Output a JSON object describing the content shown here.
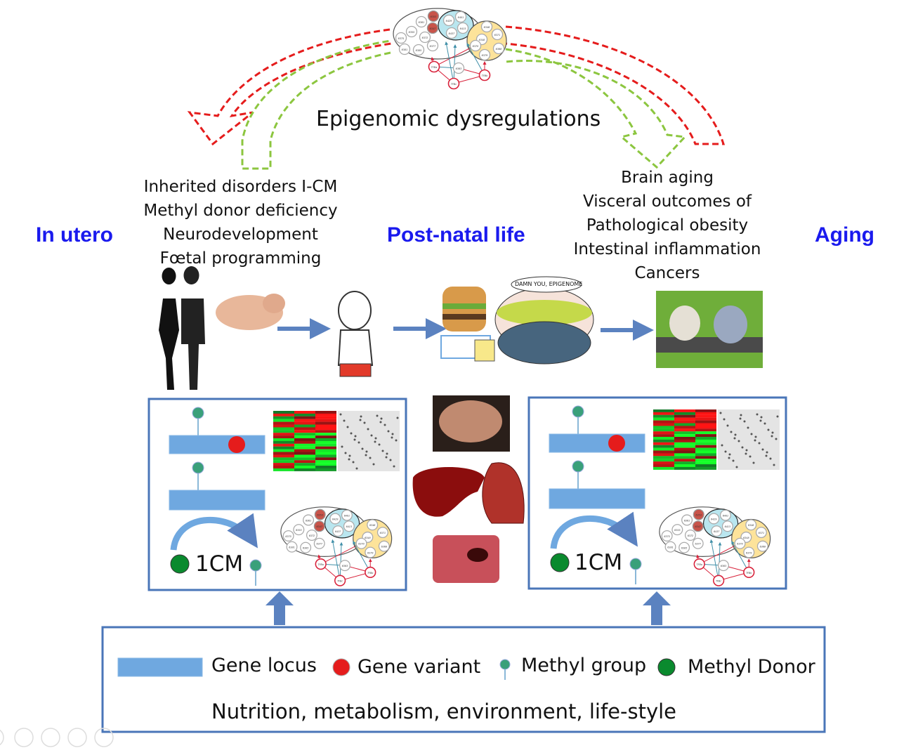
{
  "title": "Epigenomic dysregulations",
  "stages": {
    "in_utero": "In utero",
    "post_natal": "Post-natal life",
    "aging": "Aging"
  },
  "early_list": [
    "Inherited disorders I-CM",
    "Methyl donor deficiency",
    "Neurodevelopment",
    "Fœtal programming"
  ],
  "late_list": [
    "Brain aging",
    "Visceral outcomes of",
    "Pathological obesity",
    "Intestinal inflammation",
    "Cancers"
  ],
  "cartoon_speech": "DAMN YOU, EPIGENOME",
  "panel_label": "1CM",
  "network": {
    "grey_nodes": [
      "6361",
      "6355",
      "6372",
      "6375",
      "6381",
      "6385",
      "6377"
    ],
    "variant_nodes": [
      "6353",
      "6347"
    ],
    "blue_nodes": [
      "6429",
      "6401",
      "6413",
      "6437"
    ],
    "yellow_nodes": [
      "6346",
      "6348",
      "6371",
      "6370",
      "6368",
      "6379"
    ],
    "target_node": "6363",
    "tf_nodes": [
      "TFBa",
      "TFBb",
      "TFBc"
    ]
  },
  "legend": {
    "gene_locus": "Gene locus",
    "gene_variant": "Gene variant",
    "methyl_group": "Methyl group",
    "methyl_donor": "Methyl Donor",
    "footer": "Nutrition, metabolism, environment, life-style"
  },
  "colors": {
    "stage_text": "#1a1aee",
    "frame": "#4a76b8",
    "arrow": "#5b82c0",
    "red_arrow": "#e51c1c",
    "green_arrow": "#8cc63f",
    "gene_bar": "#6fa8e0",
    "variant": "#e51c1c",
    "donor": "#0a8a2e"
  }
}
